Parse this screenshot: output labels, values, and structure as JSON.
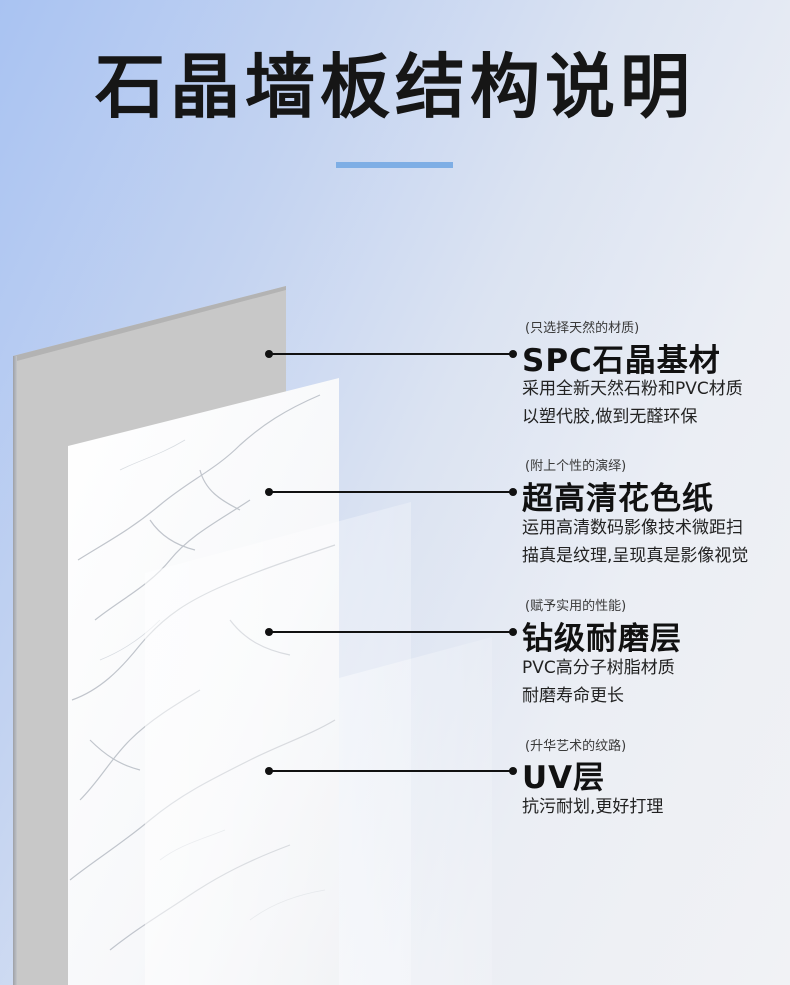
{
  "title": "石晶墙板结构说明",
  "colors": {
    "accent_bar": "#7eaee5",
    "base_board": "#c8c8c8",
    "text_dark": "#111111"
  },
  "layers": [
    {
      "note": "(只选择天然的材质)",
      "name": "SPC石晶基材",
      "desc_line1": "采用全新天然石粉和PVC材质",
      "desc_line2": "以塑代胶,做到无醛环保"
    },
    {
      "note": "(附上个性的演绎)",
      "name": "超高清花色纸",
      "desc_line1": "运用高清数码影像技术微距扫",
      "desc_line2": "描真是纹理,呈现真是影像视觉"
    },
    {
      "note": "(赋予实用的性能)",
      "name": "钻级耐磨层",
      "desc_line1": "PVC高分子树脂材质",
      "desc_line2": "耐磨寿命更长"
    },
    {
      "note": "(升华艺术的纹路)",
      "name": "UV层",
      "desc_line1": "抗污耐划,更好打理",
      "desc_line2": ""
    }
  ]
}
